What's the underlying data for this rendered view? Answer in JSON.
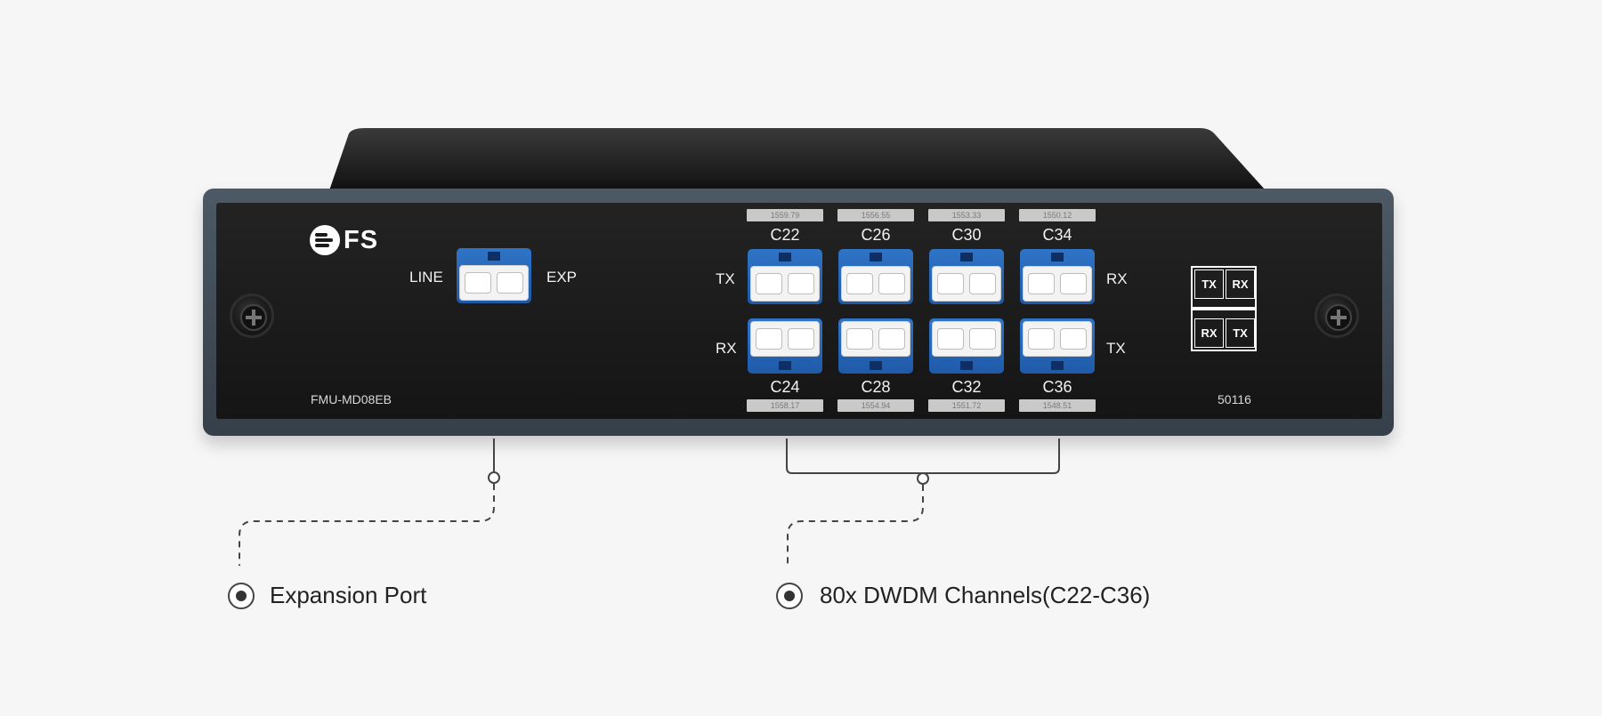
{
  "device": {
    "brand": "FS",
    "model": "FMU-MD08EB",
    "serial": "50116"
  },
  "line_exp_port": {
    "line_label": "LINE",
    "exp_label": "EXP"
  },
  "row_labels": {
    "top_left": "TX",
    "top_right": "RX",
    "bottom_left": "RX",
    "bottom_right": "TX"
  },
  "channels_top": [
    {
      "name": "C22",
      "wavelength": "1559.79"
    },
    {
      "name": "C26",
      "wavelength": "1556.55"
    },
    {
      "name": "C30",
      "wavelength": "1553.33"
    },
    {
      "name": "C34",
      "wavelength": "1550.12"
    }
  ],
  "channels_bottom": [
    {
      "name": "C24",
      "wavelength": "1558.17"
    },
    {
      "name": "C28",
      "wavelength": "1554.94"
    },
    {
      "name": "C32",
      "wavelength": "1551.72"
    },
    {
      "name": "C36",
      "wavelength": "1548.51"
    }
  ],
  "schematic": {
    "top_left": "TX",
    "top_right": "RX",
    "bottom_left": "RX",
    "bottom_right": "TX"
  },
  "callouts": {
    "expansion": "Expansion Port",
    "dwdm": "80x DWDM Channels(C22-C36)"
  },
  "colors": {
    "port_blue": "#2f74c7",
    "panel_black": "#1a1a1a",
    "frame_gray": "#46525d"
  }
}
